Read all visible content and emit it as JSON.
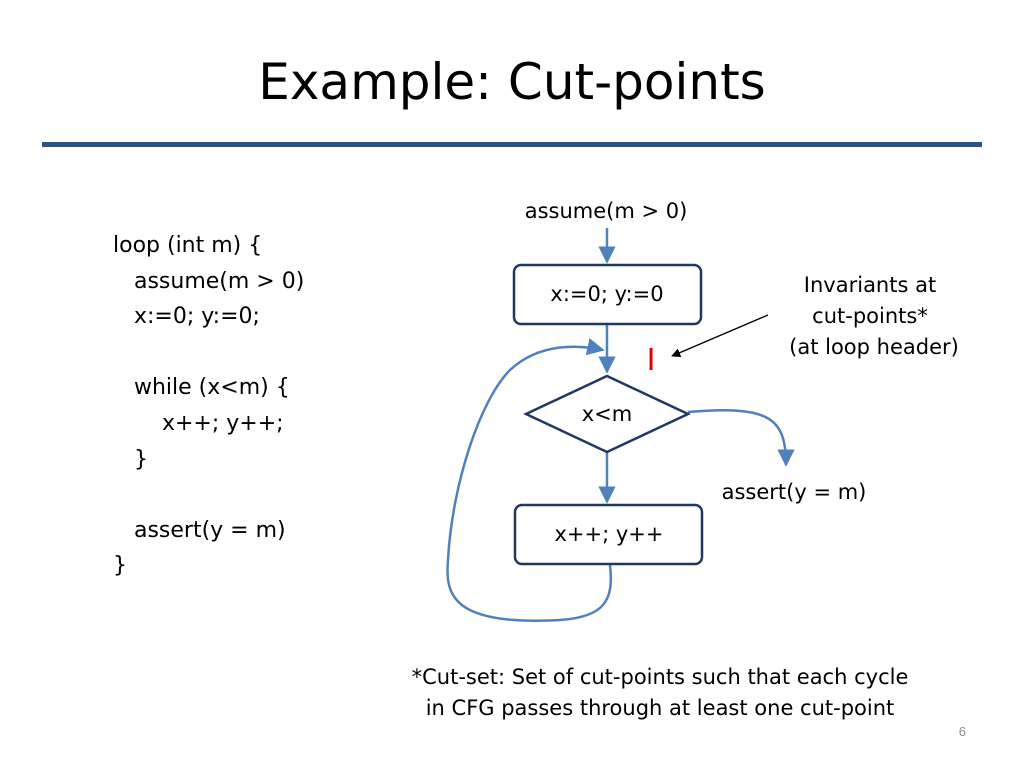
{
  "slide": {
    "title": "Example: Cut-points",
    "page_number": "6",
    "accent_color": "#2e5281"
  },
  "code": {
    "lines": [
      "loop (int m) {",
      "   assume(m > 0)",
      "   x:=0; y:=0;",
      "",
      "   while (x<m) {",
      "       x++; y++;",
      "   }",
      "",
      "   assert(y = m)",
      "}"
    ]
  },
  "diagram": {
    "entry_label": "assume(m > 0)",
    "init_box": "x:=0; y:=0",
    "condition": "x<m",
    "body_box": "x++; y++",
    "exit_label": "assert(y = m)",
    "invariant_marker": "I",
    "invariant_color": "#e00000",
    "edge_color": "#4f81bd",
    "node_border_color": "#1f3864",
    "annotation_lines": [
      "Invariants at",
      "cut-points*",
      "(at loop header)"
    ]
  },
  "footnote": {
    "lines": [
      "*Cut-set: Set of cut-points such that each cycle",
      "in CFG passes through at least one cut-point"
    ]
  }
}
